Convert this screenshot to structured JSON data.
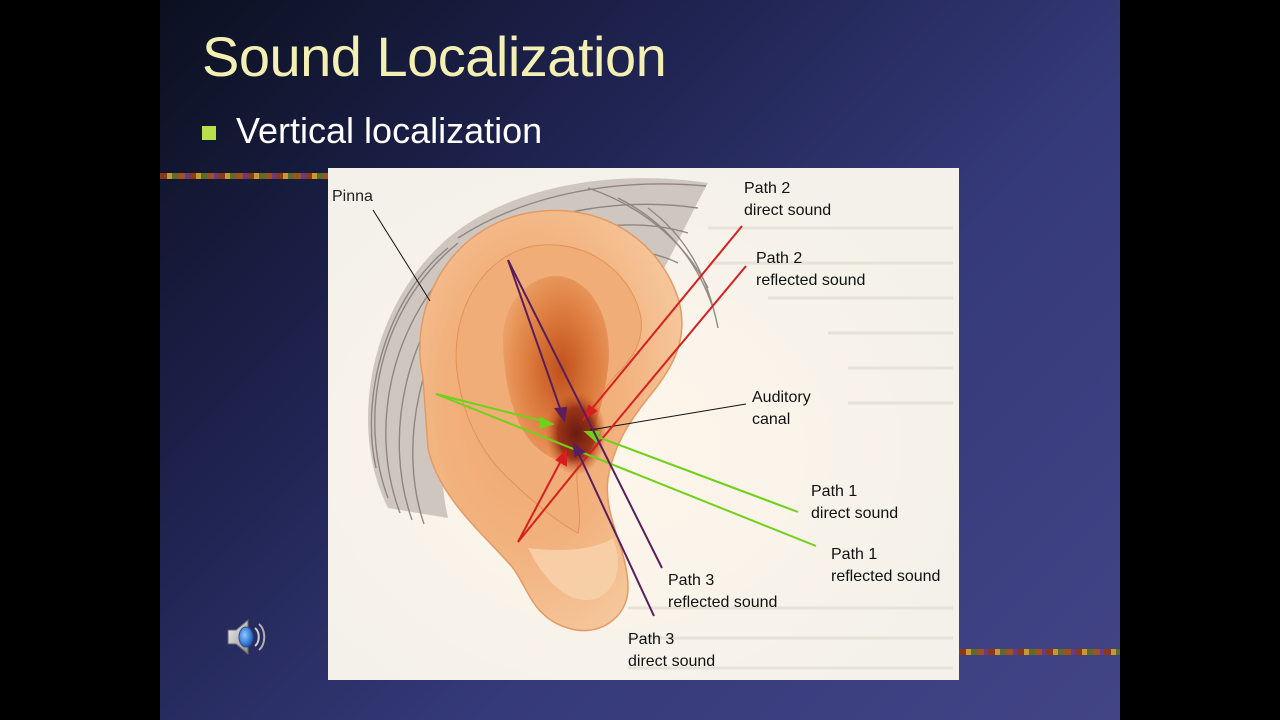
{
  "slide": {
    "title": "Sound Localization",
    "bullet": "Vertical localization"
  },
  "figure": {
    "labels": {
      "pinna": "Pinna",
      "path2_direct": [
        "Path 2",
        "direct sound"
      ],
      "path2_reflected": [
        "Path 2",
        "reflected sound"
      ],
      "auditory_canal": [
        "Auditory",
        "canal"
      ],
      "path1_direct": [
        "Path 1",
        "direct sound"
      ],
      "path1_reflected": [
        "Path 1",
        "reflected sound"
      ],
      "path3_reflected": [
        "Path 3",
        "reflected sound"
      ],
      "path3_direct": [
        "Path 3",
        "direct sound"
      ]
    },
    "colors": {
      "path1": "#6fd11a",
      "path2": "#d81f1f",
      "path3": "#5a1e5c"
    }
  },
  "controls": {
    "speaker_icon": "speaker-icon"
  }
}
